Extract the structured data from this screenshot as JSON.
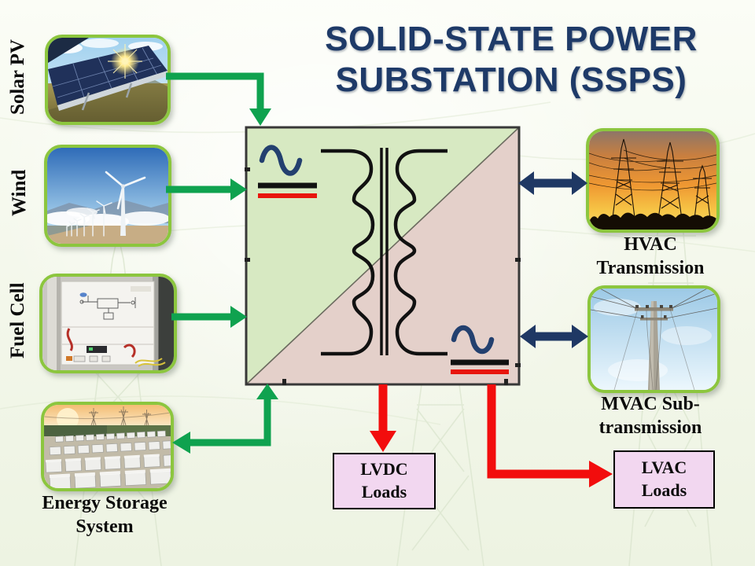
{
  "title": {
    "line1": "SOLID-STATE POWER",
    "line2": "SUBSTATION (SSPS)"
  },
  "sources": {
    "solar": {
      "label": "Solar PV"
    },
    "wind": {
      "label": "Wind"
    },
    "fuel": {
      "label": "Fuel Cell"
    },
    "storage": {
      "label_line1": "Energy Storage",
      "label_line2": "System"
    }
  },
  "grid": {
    "hvac": {
      "label_line1": "HVAC",
      "label_line2": "Transmission"
    },
    "mvac": {
      "label_line1": "MVAC Sub-",
      "label_line2": "transmission"
    }
  },
  "loads": {
    "lvdc": {
      "line1": "LVDC",
      "line2": "Loads"
    },
    "lvac": {
      "line1": "LVAC",
      "line2": "Loads"
    }
  },
  "colors": {
    "title_navy": "#1e3a68",
    "arrow_green": "#0fa24f",
    "arrow_navy": "#1f3864",
    "arrow_red": "#f20d0d",
    "photo_frame_green": "#8cc63e",
    "block_ac_side_green": "#d7e9c2",
    "block_dc_side_pink": "#e4d0ca",
    "load_box_pink": "#f2d7f0",
    "sine_navy": "#23406f",
    "dc_bar_black": "#111111",
    "dc_bar_red": "#e8150d"
  }
}
